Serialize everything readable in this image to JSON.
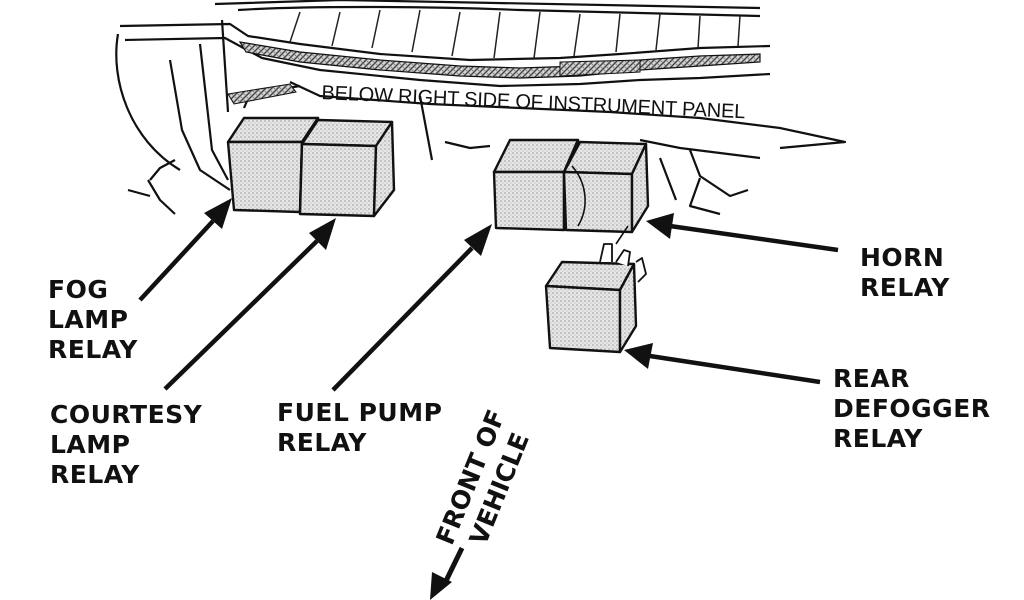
{
  "diagram": {
    "panel_caption": "BELOW RIGHT SIDE OF INSTRUMENT PANEL",
    "labels": {
      "fog_lamp": [
        "FOG",
        "LAMP",
        "RELAY"
      ],
      "courtesy_lamp": [
        "COURTESY",
        "LAMP",
        "RELAY"
      ],
      "fuel_pump": [
        "FUEL PUMP",
        "RELAY"
      ],
      "horn": [
        "HORN",
        "RELAY"
      ],
      "rear_defogger": [
        "REAR",
        "DEFOGGER",
        "RELAY"
      ],
      "front_of_vehicle": [
        "FRONT OF",
        "VEHICLE"
      ]
    }
  }
}
